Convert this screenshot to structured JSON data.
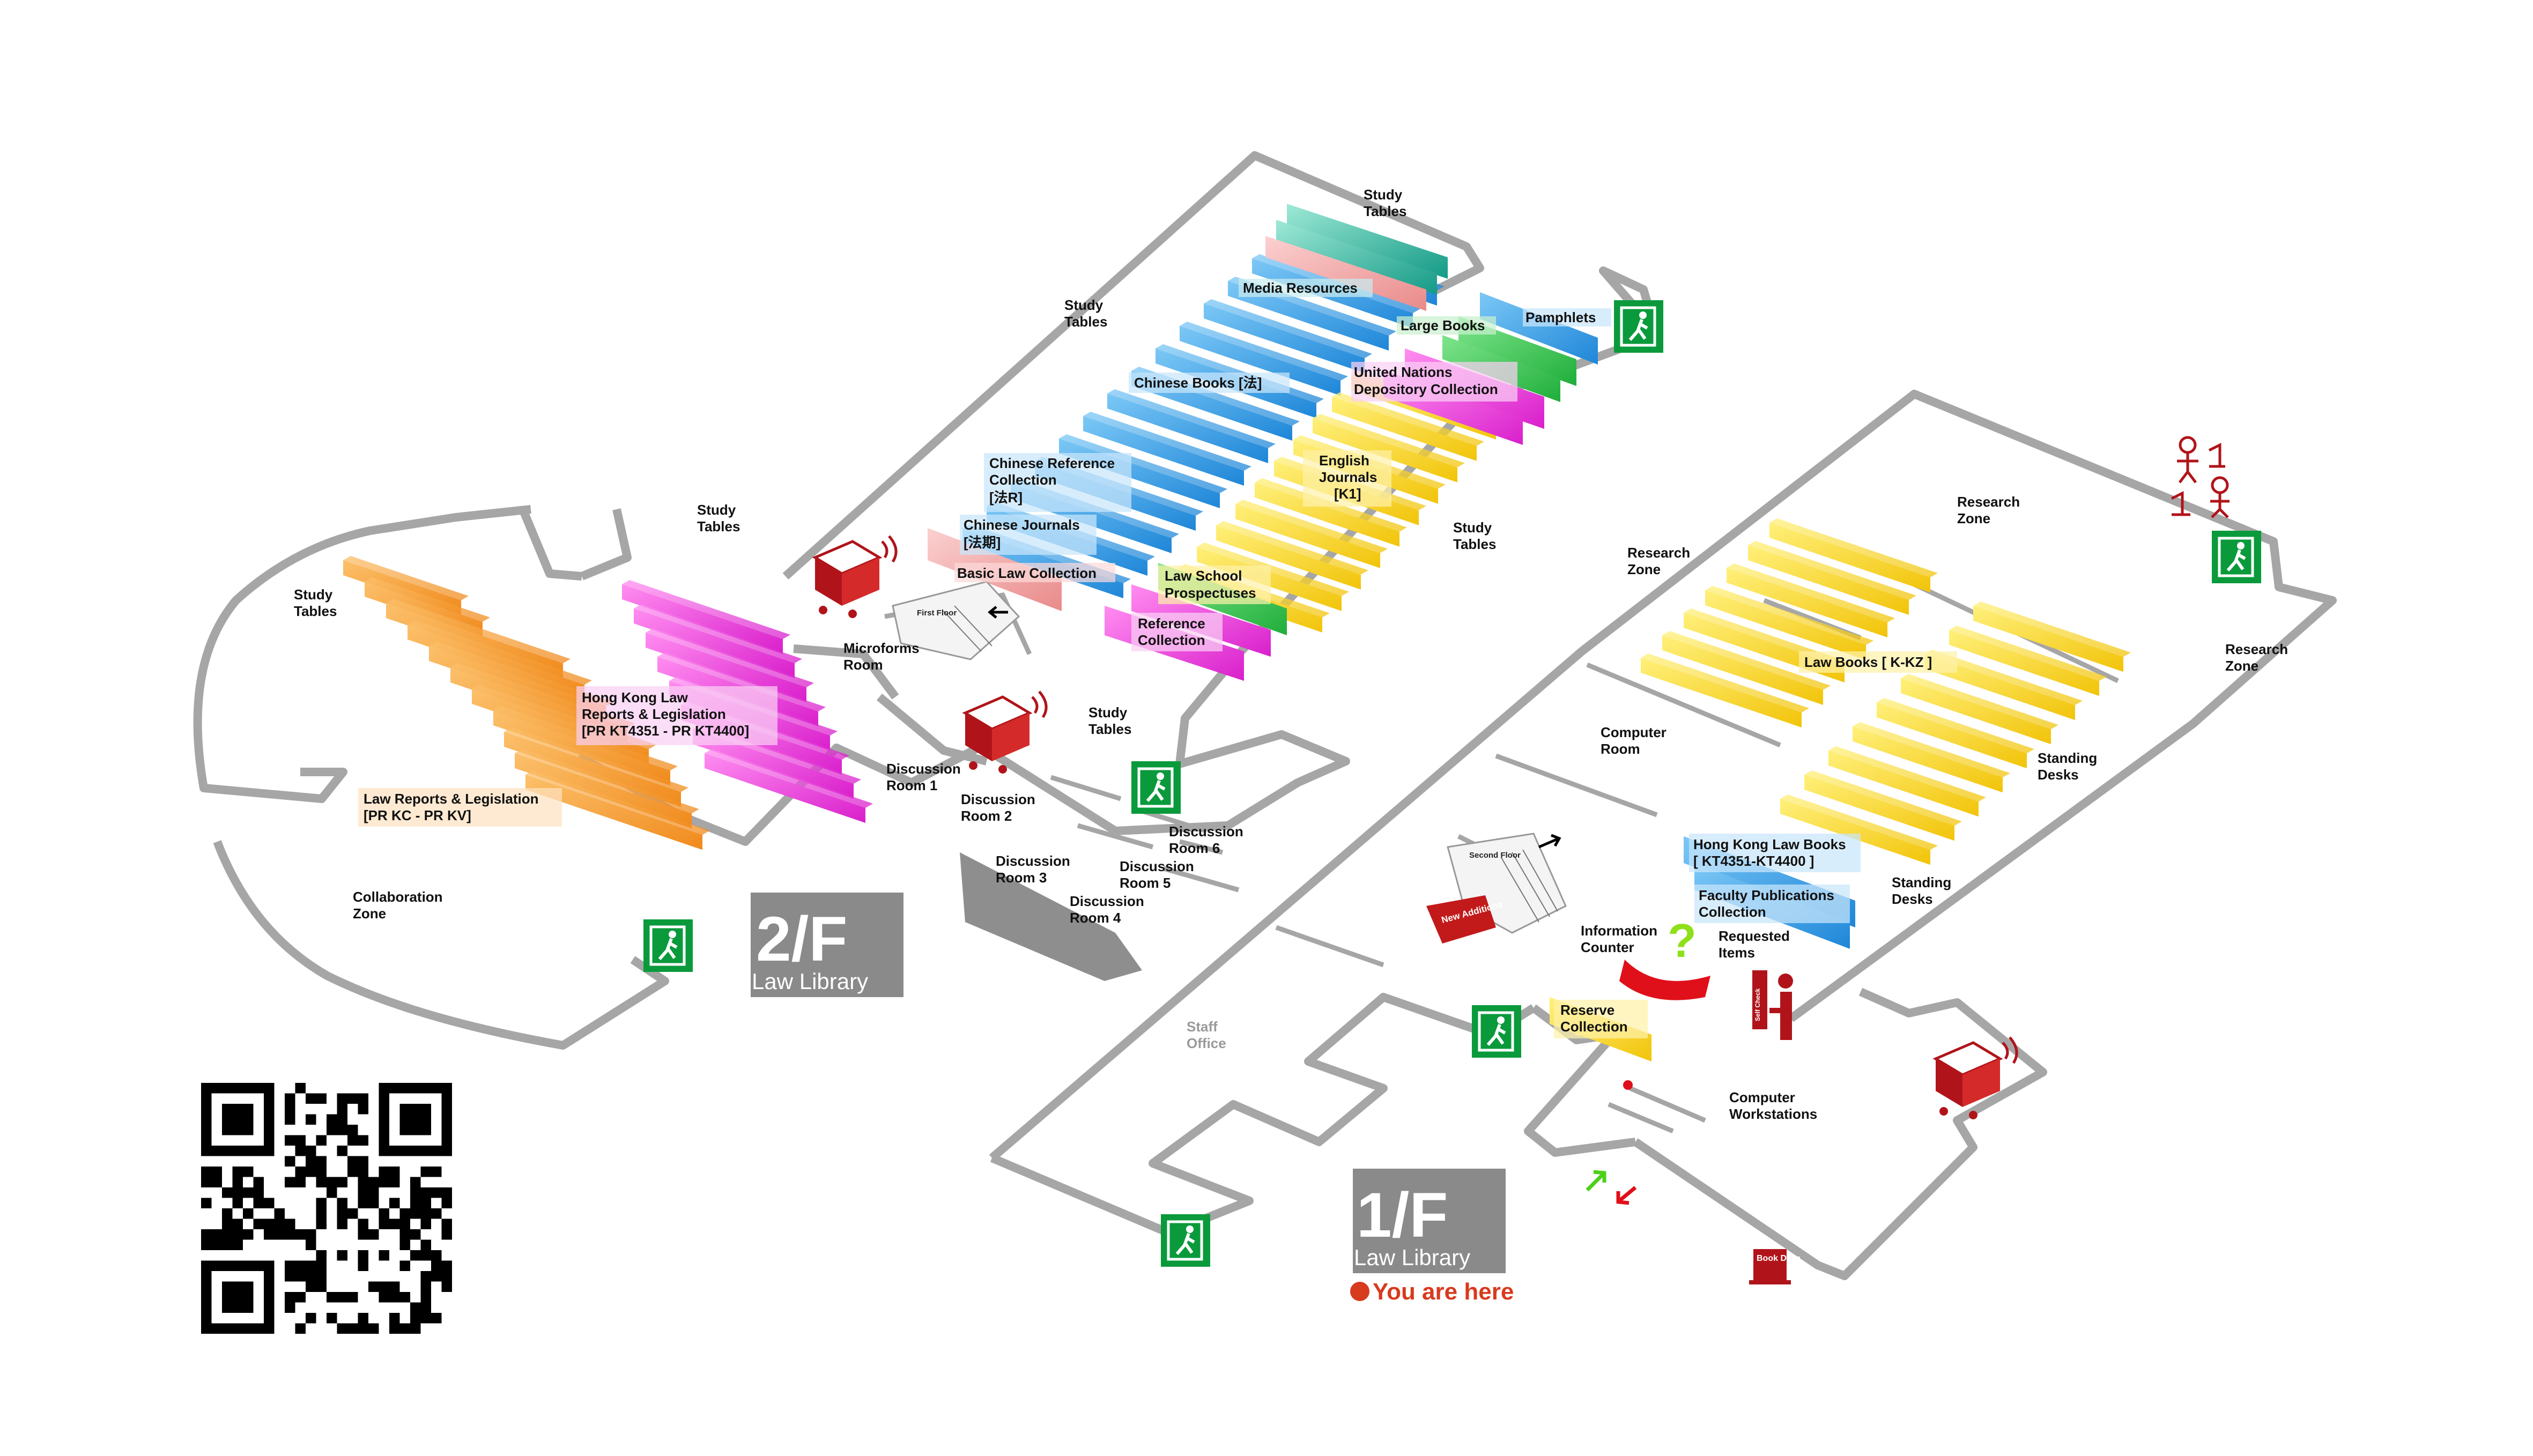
{
  "floors": {
    "second": {
      "number": "2/F",
      "name": "Law Library"
    },
    "first": {
      "number": "1/F",
      "name": "Law Library"
    }
  },
  "you_are_here": "You are here",
  "stairs": {
    "first_floor": "First Floor",
    "second_floor": "Second Floor"
  },
  "labels": {
    "study_tables_top": "Study Tables",
    "media_resources": "Media Resources",
    "pamphlets": "Pamphlets",
    "large_books": "Large Books",
    "study_tables_mid": "Study Tables",
    "chinese_books": "Chinese Books [法]",
    "un_depository": "United Nations Depository Collection",
    "english_journals": "English Journals [K1]",
    "chinese_reference": "Chinese Reference Collection [法R]",
    "chinese_journals": "Chinese Journals [法期]",
    "basic_law": "Basic Law Collection",
    "law_school_prospectuses": "Law School Prospectuses",
    "reference_collection": "Reference Collection",
    "study_tables_right": "Study Tables",
    "study_tables_left_top": "Study Tables",
    "study_tables_left": "Study Tables",
    "microforms_room": "Microforms Room",
    "hk_law_reports": "Hong Kong Law Reports & Legislation [PR KT4351 - PR KT4400]",
    "law_reports": "Law Reports & Legislation [PR KC - PR KV]",
    "collaboration_zone": "Collaboration Zone",
    "study_tables_center": "Study Tables",
    "discussion_room_1": "Discussion Room 1",
    "discussion_room_2": "Discussion Room 2",
    "discussion_room_3": "Discussion Room 3",
    "discussion_room_4": "Discussion Room 4",
    "discussion_room_5": "Discussion Room 5",
    "discussion_room_6": "Discussion Room 6",
    "research_zone_1": "Research Zone",
    "research_zone_2": "Research Zone",
    "research_zone_3": "Research Zone",
    "law_books": "Law Books [ K-KZ ]",
    "computer_room": "Computer Room",
    "standing_desks_1": "Standing Desks",
    "standing_desks_2": "Standing Desks",
    "hk_law_books": "Hong Kong Law Books [ KT4351-KT4400 ]",
    "faculty_publications": "Faculty Publications Collection",
    "requested_items": "Requested Items",
    "new_additions": "New Additions",
    "information_counter": "Information Counter",
    "reserve_collection": "Reserve Collection",
    "staff_office": "Staff Office",
    "computer_workstations": "Computer Workstations",
    "book_drop": "Book Drop",
    "self_check": "Self Check"
  },
  "icons": [
    "emergency-exit-icon",
    "printer-copier-icon",
    "information-question-icon",
    "self-check-kiosk-icon",
    "book-drop-icon",
    "qr-code-icon",
    "research-zone-people-icon",
    "stairs-icon"
  ],
  "colors": {
    "wall": "#a6a6a6",
    "orange": "#f7a03c",
    "magenta": "#ee2fd8",
    "blue": "#2e9be6",
    "teal": "#1aaa95",
    "pink": "#f2a4a4",
    "green": "#2cc24a",
    "yellow": "#f8de1a",
    "exit_green": "#0a9a3c",
    "printer_red": "#b0141a",
    "counter_red": "#e0101a",
    "floor_badge": "#8a8a8a",
    "here_red": "#d83a1e"
  }
}
